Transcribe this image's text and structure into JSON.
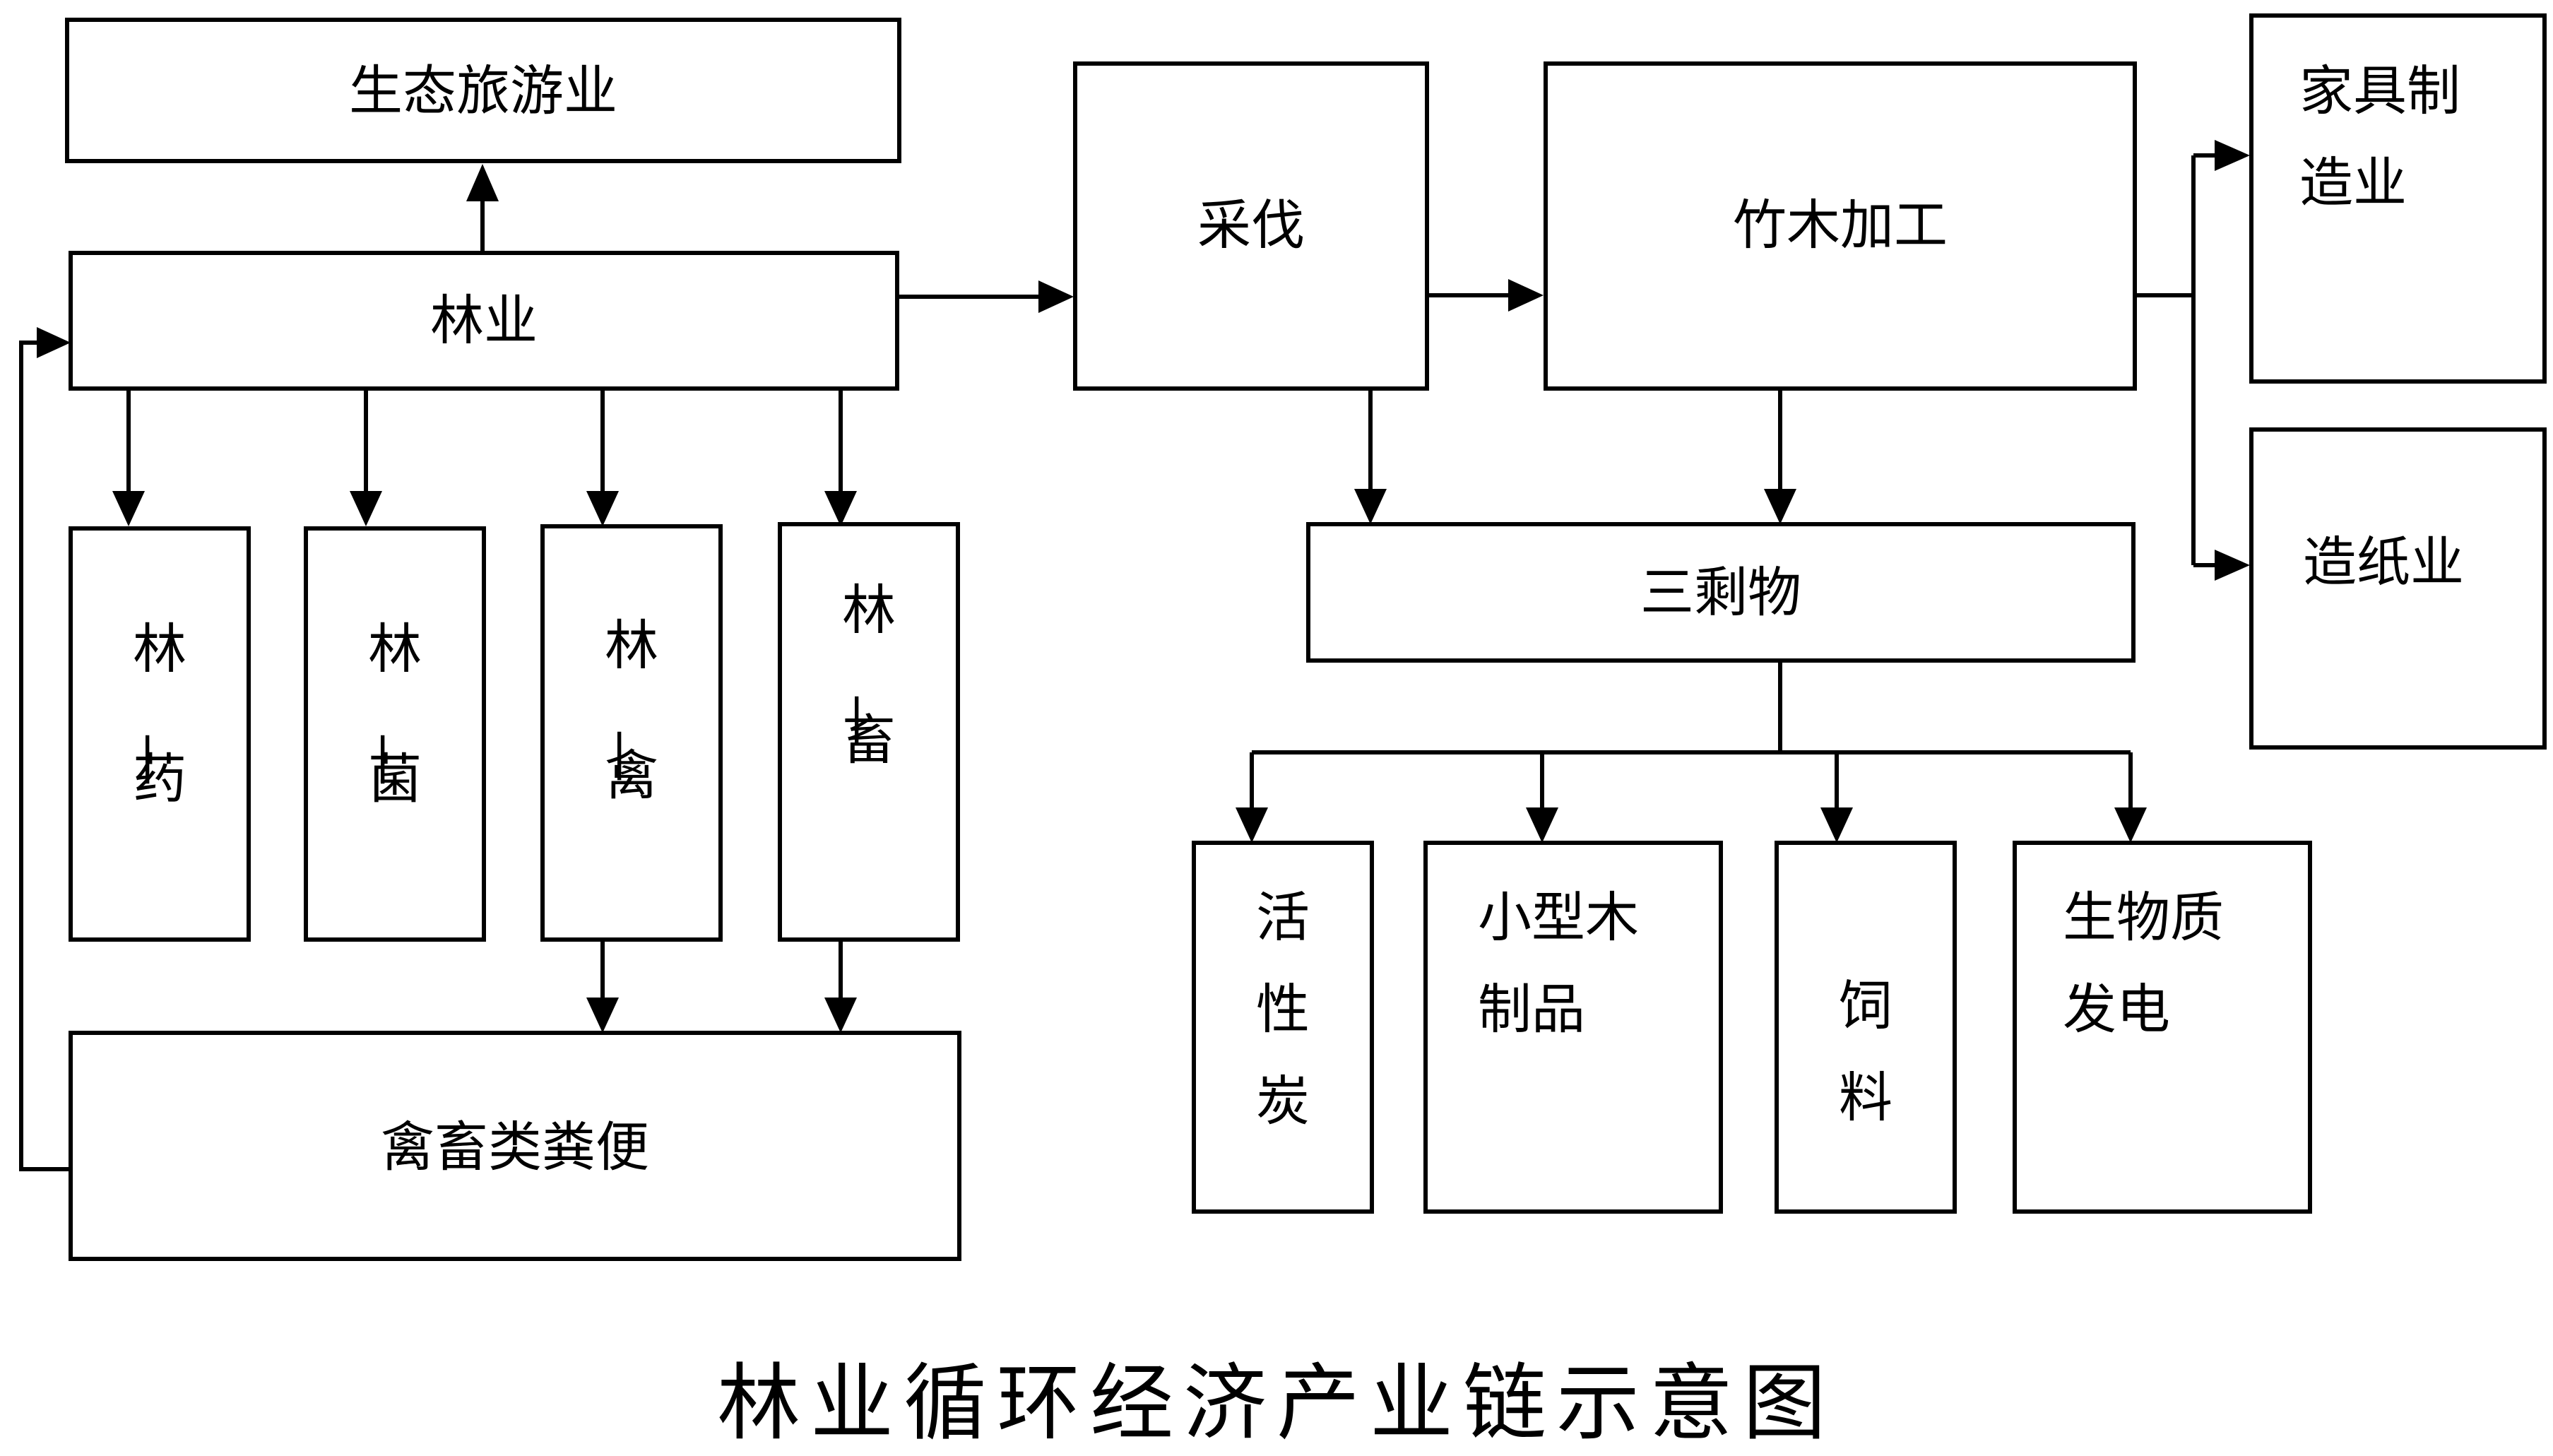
{
  "nodes": {
    "eco_tourism": "生态旅游业",
    "forestry": "林业",
    "logging": "采伐",
    "bamboo_processing": "竹木加工",
    "furniture": "家具制造业",
    "papermaking": "造纸业",
    "forest_medicine": "林—药",
    "forest_fungi": "林—菌",
    "forest_poultry": "林—禽",
    "forest_livestock": "林—畜",
    "manure": "禽畜类粪便",
    "three_residues": "三剩物",
    "activated_carbon": "活性炭",
    "small_wood_products": "小型木制品",
    "feed": "饲料",
    "biomass_power": "生物质发电"
  },
  "caption": "林业循环经济产业链示意图"
}
